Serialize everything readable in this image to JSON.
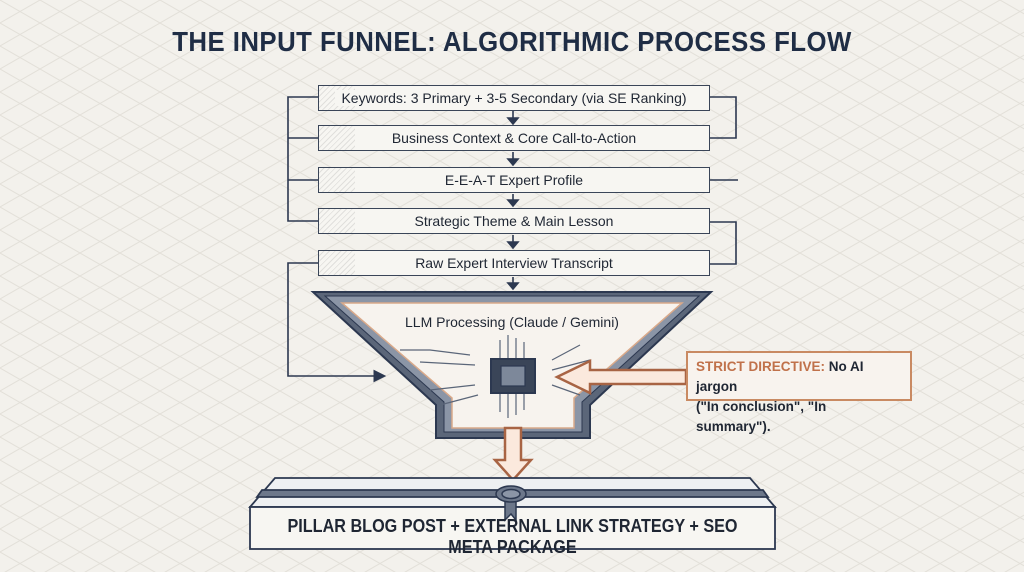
{
  "title": "THE INPUT FUNNEL: ALGORITHMIC PROCESS FLOW",
  "steps": [
    {
      "label": "Keywords: 3 Primary + 3-5 Secondary (via SE Ranking)"
    },
    {
      "label": "Business Context & Core Call-to-Action"
    },
    {
      "label": "E-E-A-T Expert Profile"
    },
    {
      "label": "Strategic Theme & Main Lesson"
    },
    {
      "label": "Raw Expert Interview Transcript"
    }
  ],
  "funnel": {
    "label": "LLM Processing (Claude / Gemini)",
    "icon": "cpu-chip-icon"
  },
  "directive": {
    "label": "STRICT DIRECTIVE:",
    "text": "No AI jargon",
    "examples": "(\"In conclusion\", \"In summary\")."
  },
  "output": {
    "label": "PILLAR BLOG POST + EXTERNAL LINK STRATEGY + SEO META PACKAGE",
    "icon": "award-seal-icon"
  },
  "colors": {
    "navy": "#1f2d45",
    "steel": "#5b6679",
    "accent": "#c98a62",
    "background": "#f3f1ec"
  }
}
